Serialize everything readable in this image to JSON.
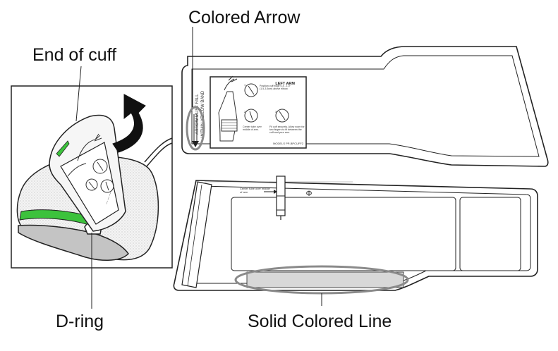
{
  "callouts": {
    "colored_arrow": "Colored Arrow",
    "end_of_cuff": "End of cuff",
    "d_ring": "D-ring",
    "solid_colored_line": "Solid Colored Line"
  },
  "cuff_top": {
    "vertical_text_1": "ARROW MUST FALL",
    "vertical_text_2": "WITHIN YELLOW BAND",
    "panel_title": "LEFT ARM",
    "instruction_1": "Position cuff edge 0.4 - 1.0\" (1.5-3.5cm) above elbow.",
    "instruction_2": "Center tube over middle of arm.",
    "instruction_3": "Fit cuff securely. Allow room for two fingers to fit between the cuff and your arm.",
    "model": "MODELS PP-BPCUFF2"
  },
  "cuff_bottom": {
    "tube_note": "Center tube over middle of arm",
    "phi_mark": "Φ"
  },
  "colors": {
    "line": "#1a1a1a",
    "green_band": "#3cc23c",
    "callout_ellipse": "#8a8a8a",
    "band_fill": "#d8d8d8"
  }
}
